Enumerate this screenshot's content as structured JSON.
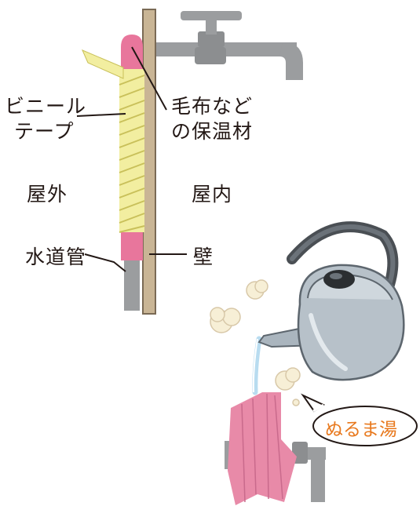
{
  "labels": {
    "vinyl_tape_line1": "ビニール",
    "vinyl_tape_line2": "テープ",
    "insulation_line1": "毛布など",
    "insulation_line2": "の保温材",
    "outdoor": "屋外",
    "indoor": "屋内",
    "water_pipe": "水道管",
    "wall": "壁",
    "lukewarm_water": "ぬるま湯"
  },
  "colors": {
    "pipe_gray": "#9b9d9f",
    "insulation_pink": "#e8769c",
    "tape_yellow": "#f2eea0",
    "wall_tan": "#c9b595",
    "kettle_steel": "#b7c1c9",
    "cloth_pink": "#e88aa8",
    "bubble_text_orange": "#e8791e"
  },
  "icons": [
    "faucet-icon",
    "kettle-icon",
    "steam-icon",
    "wrapped-faucet-icon"
  ]
}
